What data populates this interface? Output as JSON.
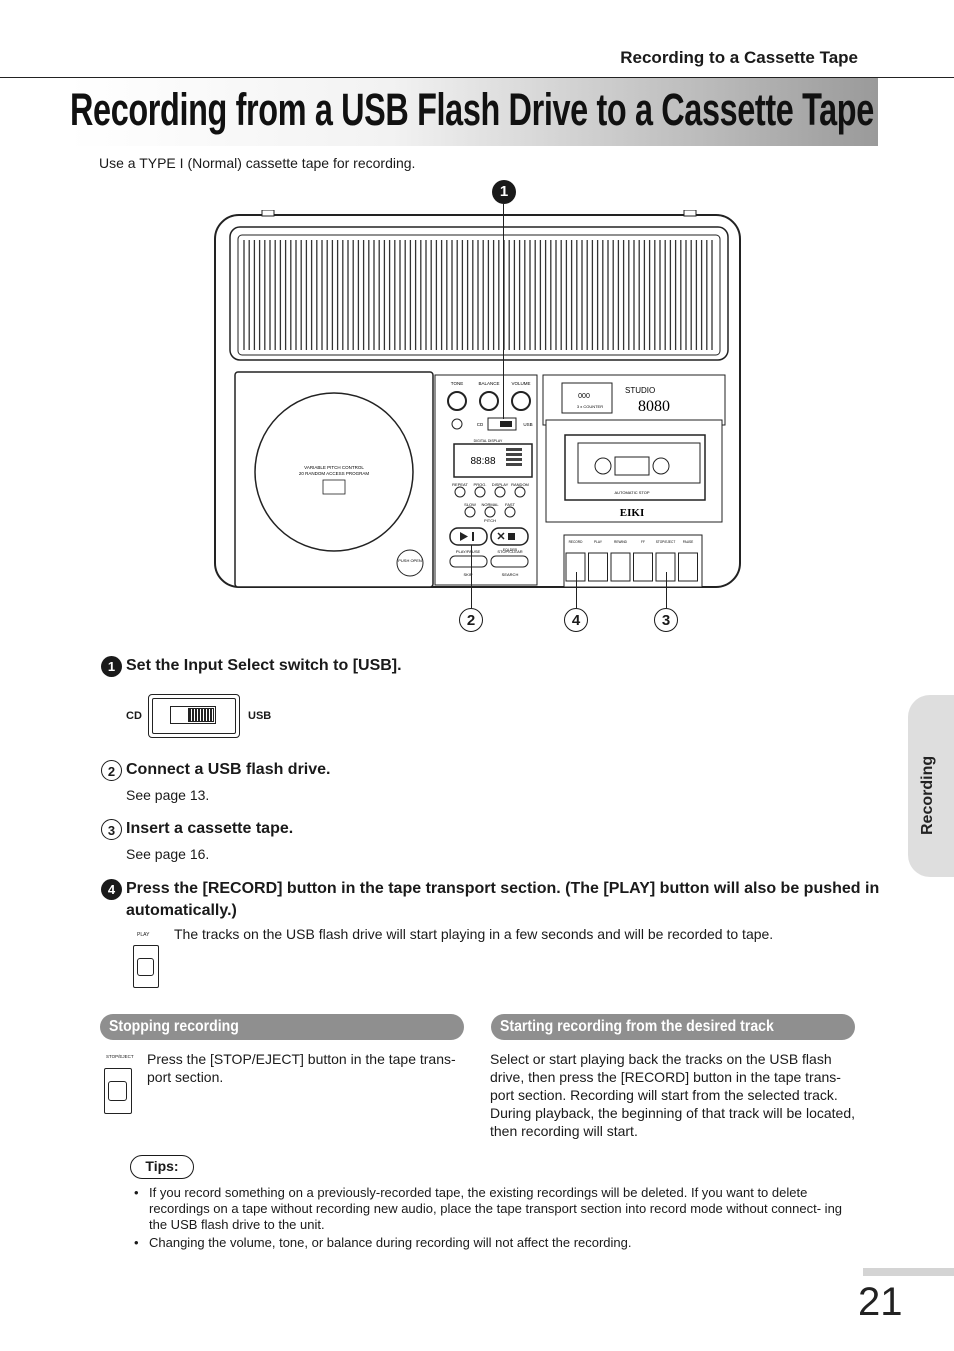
{
  "header": {
    "section": "Recording to a Cassette Tape",
    "title": "Recording from a USB Flash Drive to a Cassette Tape",
    "intro": "Use a TYPE I (Normal) cassette tape for recording."
  },
  "device": {
    "callouts": [
      "1",
      "2",
      "4",
      "3"
    ],
    "knobs": [
      "TONE",
      "BALANCE",
      "VOLUME"
    ],
    "input_left": "CD",
    "input_right": "USB",
    "display_label": "DIGITAL DISPLAY",
    "display_digits": "88:88",
    "cd_text_1": "VARIABLE PITCH CONTROL",
    "cd_text_2": "20 RANDOM ACCESS PROGRAM",
    "button_row1": [
      "REPEAT",
      "PROG.",
      "DISPLAY",
      "RANDOM"
    ],
    "button_row2": [
      "SLOW",
      "NORMAL",
      "FAST"
    ],
    "pitch_label": "PITCH",
    "play_pause_label": "PLAY/PAUSE",
    "stop_clear_label": "STOP/CLEAR",
    "skip_label": "SKIP",
    "search_label": "SEARCH",
    "folder_label": "FOLDER",
    "push_open": "PUSH OPEN",
    "counter_digits": "000",
    "counter_label": "3 x COUNTER",
    "brand_model": "8080",
    "brand_series": "STUDIO",
    "auto_stop": "AUTOMATIC STOP",
    "brand_logo": "EIKI",
    "tape_buttons": [
      "RECORD",
      "PLAY",
      "REWIND",
      "FF",
      "STOP/EJECT",
      "PAUSE"
    ]
  },
  "steps": [
    {
      "num": "1",
      "title": "Set the Input Select switch to [USB].",
      "sub": ""
    },
    {
      "num": "2",
      "title": "Connect a USB flash drive.",
      "sub": "See page 13."
    },
    {
      "num": "3",
      "title": "Insert a cassette tape.",
      "sub": "See page 16."
    },
    {
      "num": "4",
      "title": "Press the [RECORD] button in the tape transport section. (The [PLAY] button will also be pushed in",
      "title2": "automatically.)",
      "sub": "The tracks on the USB flash drive will start playing in a few seconds and will be recorded to tape."
    }
  ],
  "switch_figure": {
    "left": "CD",
    "right": "USB"
  },
  "play_button_label": "PLAY",
  "stop_button_label": "STOP/EJECT",
  "stopping": {
    "heading": "Stopping recording",
    "text": "Press the [STOP/EJECT] button in the tape trans- port section."
  },
  "starting": {
    "heading": "Starting recording from the desired track",
    "text": "Select or start playing back the tracks on the USB flash drive, then press the [RECORD] button in the tape trans- port section. Recording will start from the selected track. During playback, the beginning of that track will be located, then recording will start."
  },
  "tips": {
    "label": "Tips:",
    "items": [
      "If you record something on a previously-recorded tape, the existing recordings will be deleted. If you want to delete recordings on a tape without recording new audio, place the tape transport section into record mode without connect- ing the USB flash drive to the unit.",
      "Changing the volume, tone, or balance during recording will not affect the recording."
    ]
  },
  "side_tab": "Recording",
  "page_number": "21"
}
